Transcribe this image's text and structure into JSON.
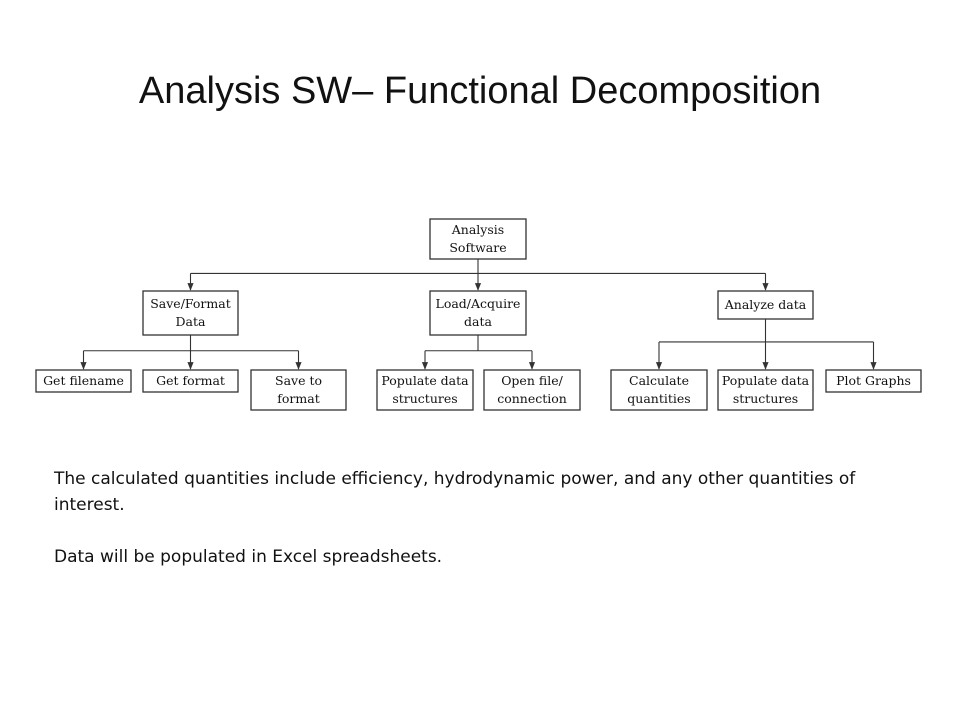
{
  "slide": {
    "title": "Analysis SW– Functional Decomposition"
  },
  "diagram": {
    "nodes": [
      {
        "id": "root",
        "name": "node-analysis-software",
        "lines": [
          "Analysis",
          "Software"
        ]
      },
      {
        "id": "save",
        "name": "node-save-format-data",
        "lines": [
          "Save/Format",
          "Data"
        ]
      },
      {
        "id": "load",
        "name": "node-load-acquire-data",
        "lines": [
          "Load/Acquire",
          "data"
        ]
      },
      {
        "id": "analyze",
        "name": "node-analyze-data",
        "lines": [
          "Analyze data"
        ]
      },
      {
        "id": "getfn",
        "name": "node-get-filename",
        "lines": [
          "Get filename"
        ]
      },
      {
        "id": "getfmt",
        "name": "node-get-format",
        "lines": [
          "Get format"
        ]
      },
      {
        "id": "saveto",
        "name": "node-save-to-format",
        "lines": [
          "Save to",
          "format"
        ]
      },
      {
        "id": "popds1",
        "name": "node-populate-data-structures-load",
        "lines": [
          "Populate data",
          "structures"
        ]
      },
      {
        "id": "openfile",
        "name": "node-open-file-connection",
        "lines": [
          "Open file/",
          "connection"
        ]
      },
      {
        "id": "calc",
        "name": "node-calculate-quantities",
        "lines": [
          "Calculate",
          "quantities"
        ]
      },
      {
        "id": "popds2",
        "name": "node-populate-data-structures-analyze",
        "lines": [
          "Populate data",
          "structures"
        ]
      },
      {
        "id": "plot",
        "name": "node-plot-graphs",
        "lines": [
          "Plot Graphs"
        ]
      }
    ],
    "edges": [
      [
        "root",
        "save"
      ],
      [
        "root",
        "load"
      ],
      [
        "root",
        "analyze"
      ],
      [
        "save",
        "getfn"
      ],
      [
        "save",
        "getfmt"
      ],
      [
        "save",
        "saveto"
      ],
      [
        "load",
        "popds1"
      ],
      [
        "load",
        "openfile"
      ],
      [
        "analyze",
        "calc"
      ],
      [
        "analyze",
        "popds2"
      ],
      [
        "analyze",
        "plot"
      ]
    ]
  },
  "notes": {
    "line1": "The calculated quantities include efficiency, hydrodynamic power, and any other quantities of interest.",
    "line2": "Data will be populated in Excel spreadsheets."
  }
}
